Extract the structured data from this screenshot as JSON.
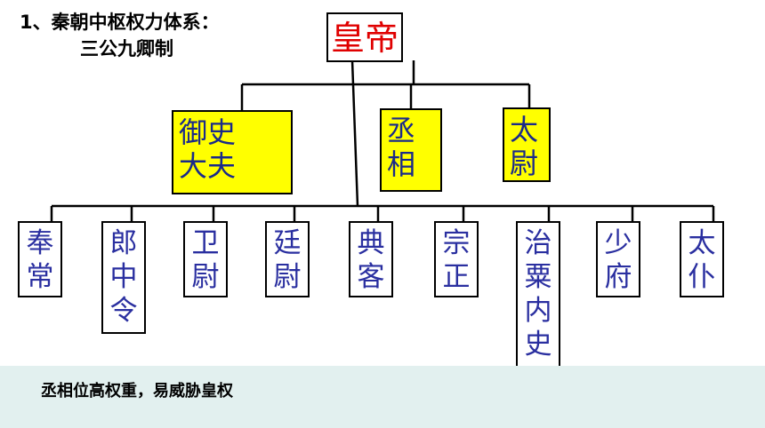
{
  "heading": {
    "line1": "1、秦朝中枢权力体系：",
    "line2": "三公九卿制"
  },
  "emperor": "皇帝",
  "sangong": {
    "yushi": "御史\n大夫",
    "chengxiang": "丞\n相",
    "taiwei": "太\n尉"
  },
  "jiuqing": [
    "奉\n常",
    "郎\n中\n令",
    "卫\n尉",
    "廷\n尉",
    "典\n客",
    "宗\n正",
    "治\n粟\n内\n史",
    "少\n府",
    "太\n仆"
  ],
  "note": "丞相位高权重，易威胁皇权",
  "colors": {
    "emperor": "#e00000",
    "official_text": "#2a2fa0",
    "sangong_fill": "#ffff00",
    "note_bg": "#e2f0ef"
  }
}
